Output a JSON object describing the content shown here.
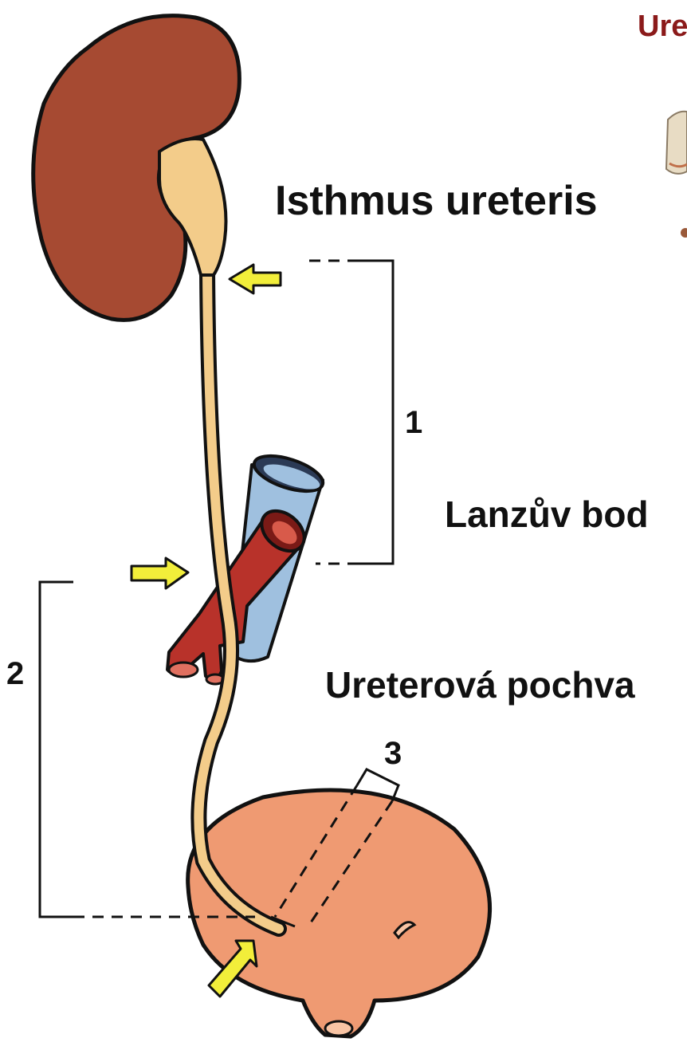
{
  "title": "Ure",
  "labels": {
    "isthmus": "Isthmus ureteris",
    "lanz": "Lanzův bod",
    "pochva": "Ureterová pochva"
  },
  "segments": [
    "1",
    "2",
    "3"
  ],
  "icons": {
    "kidney": "kidney-icon",
    "ureter": "ureter-icon",
    "bladder": "urinary-bladder-icon",
    "artery": "iliac-artery-icon",
    "vein": "iliac-vein-icon",
    "arrow": "arrow-icon"
  },
  "colors": {
    "kidney": "#a64a32",
    "ureter": "#f3cc8a",
    "bladder": "#ef9a72",
    "artery": "#b8322a",
    "vein": "#9fc0df",
    "arrow": "#f2ee3a",
    "title": "#8b1a1a"
  }
}
